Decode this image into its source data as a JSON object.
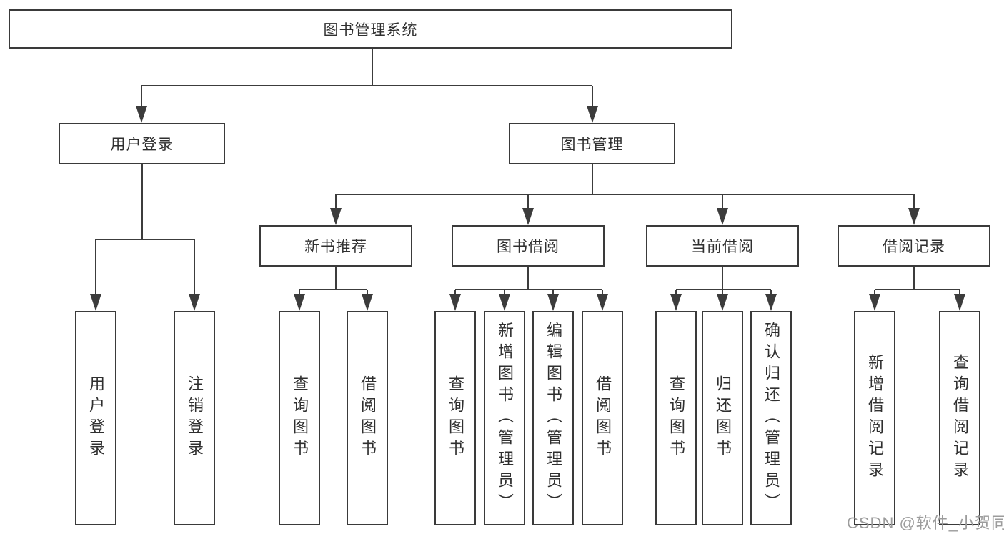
{
  "diagram": {
    "title": "图书管理系统",
    "nodes": {
      "root": {
        "label": "图书管理系统"
      },
      "user_login": {
        "label": "用户登录"
      },
      "book_mgmt": {
        "label": "图书管理"
      },
      "new_book_rec": {
        "label": "新书推荐"
      },
      "book_borrow": {
        "label": "图书借阅"
      },
      "current_borrow": {
        "label": "当前借阅"
      },
      "borrow_records": {
        "label": "借阅记录"
      },
      "leaf_user_login": {
        "label": "用户登录"
      },
      "leaf_logout": {
        "label": "注销登录"
      },
      "leaf_query_books_rec": {
        "label": "查询图书"
      },
      "leaf_borrow_books_rec": {
        "label": "借阅图书"
      },
      "leaf_query_books_borrow": {
        "label": "查询图书"
      },
      "leaf_add_books": {
        "label": "新增图书（管理员）"
      },
      "leaf_edit_books": {
        "label": "编辑图书（管理员）"
      },
      "leaf_borrow_books_2": {
        "label": "借阅图书"
      },
      "leaf_query_books_current": {
        "label": "查询图书"
      },
      "leaf_return_books": {
        "label": "归还图书"
      },
      "leaf_confirm_return": {
        "label": "确认归还（管理员）"
      },
      "leaf_add_borrow_record": {
        "label": "新增借阅记录"
      },
      "leaf_query_borrow_record": {
        "label": "查询借阅记录"
      }
    },
    "colors": {
      "line": "#3c3c3c",
      "box_border": "#3a3a3a",
      "text": "#2f2f2f",
      "watermark": "#9c9c9c",
      "background": "#ffffff"
    }
  },
  "watermark": {
    "text": "CSDN @软件_小贺同学"
  }
}
